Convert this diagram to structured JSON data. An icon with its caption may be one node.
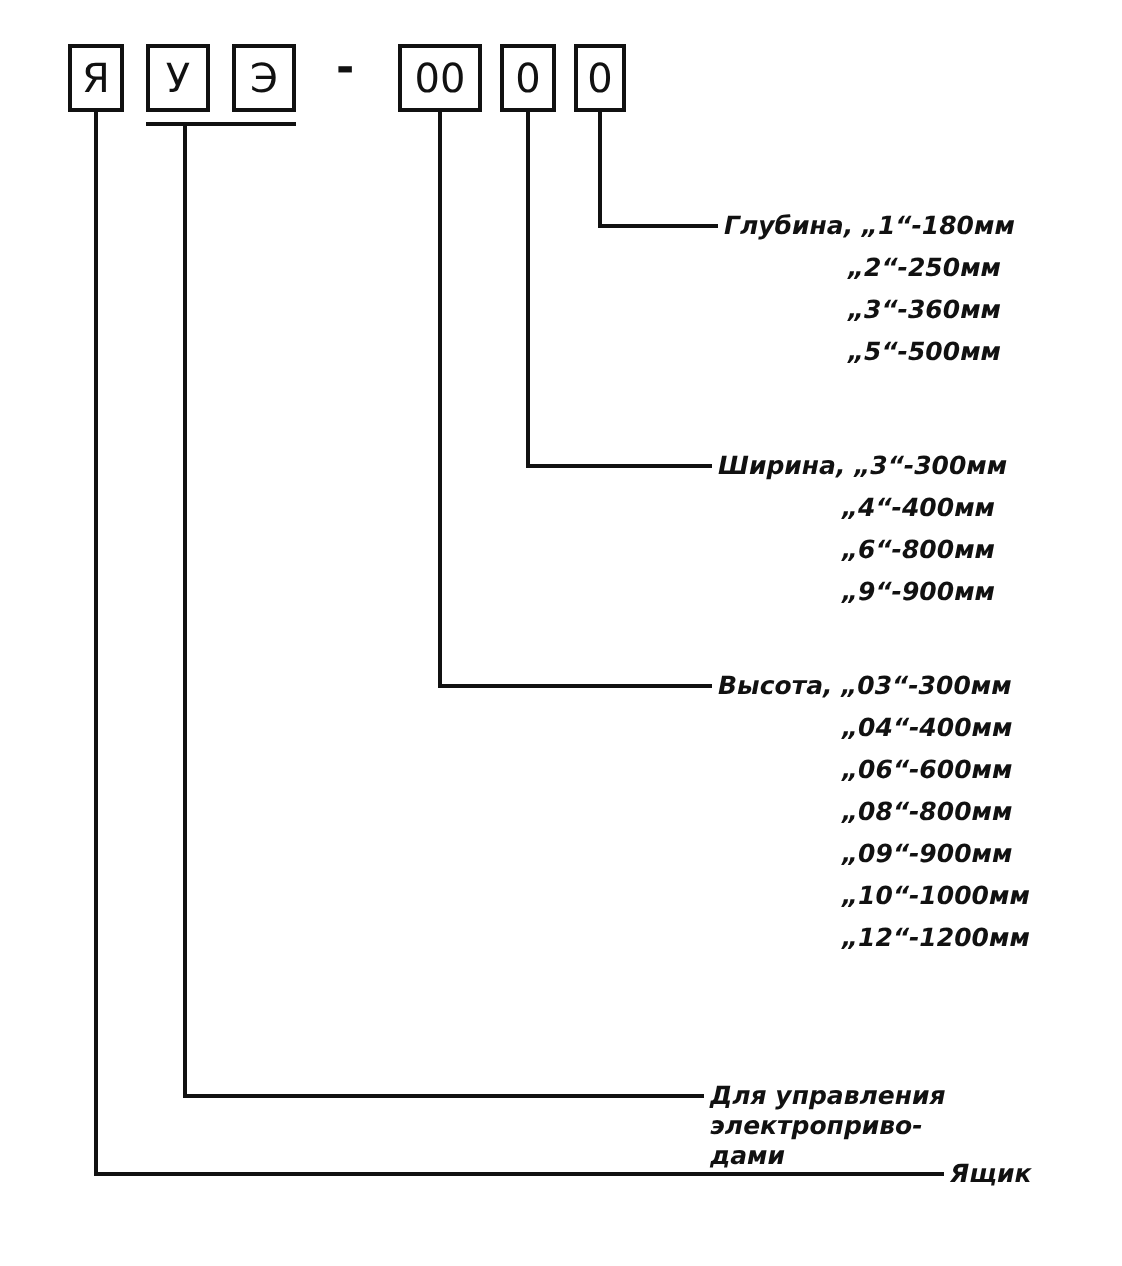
{
  "diagram": {
    "nodes": [
      {
        "text": [
          "Я"
        ]
      },
      {
        "text": [
          "У"
        ]
      },
      {
        "text": [
          "Э"
        ]
      },
      {
        "text": [
          "00"
        ]
      },
      {
        "text": [
          "0"
        ]
      },
      {
        "text": [
          "0"
        ]
      },
      {
        "text": [
          "Глубина, „1“-180мм",
          "„2“-250мм",
          "„3“-360мм",
          "„5“-500мм"
        ]
      },
      {
        "text": [
          "Ширина, „3“-300мм",
          "„4“-400мм",
          "„6“-800мм",
          "„9“-900мм"
        ]
      },
      {
        "text": [
          "Высота, „03“-300мм",
          "„04“-400мм",
          "„06“-600мм",
          "„08“-800мм",
          "„09“-900мм",
          "„10“-1000мм",
          "„12“-1200мм"
        ]
      },
      {
        "text": [
          "Для управления электроприво-дами"
        ]
      },
      {
        "text": [
          "Ящик"
        ]
      }
    ],
    "edges": [
      {
        "from": 0,
        "to": 10,
        "arrow": "none"
      },
      {
        "from": 1,
        "to": 9,
        "arrow": "none"
      },
      {
        "from": 2,
        "to": 9,
        "arrow": "none"
      },
      {
        "from": 3,
        "to": 8,
        "arrow": "none"
      },
      {
        "from": 4,
        "to": 7,
        "arrow": "none"
      },
      {
        "from": 5,
        "to": 6,
        "arrow": "none"
      }
    ],
    "labels": [
      "-"
    ]
  }
}
